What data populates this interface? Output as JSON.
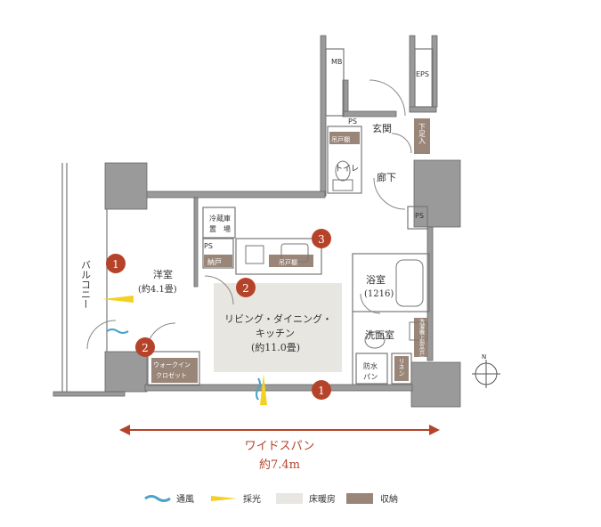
{
  "rooms": {
    "mb": "MB",
    "eps": "EPS",
    "ps_top": "PS",
    "ps_right": "PS",
    "ps_kitchen": "PS",
    "genkan": "玄関",
    "toilet": "トイレ",
    "toilet_shelf": "吊戸棚",
    "shoes": "下足入",
    "hallway": "廊下",
    "balcony": "バルコニー",
    "western_room": "洋室",
    "western_room_size": "(約4.1畳)",
    "fridge_1": "冷蔵庫",
    "fridge_2": "置　場",
    "storage": "納戸",
    "kitchen_shelf": "吊戸棚",
    "ldk_1": "リビング・ダイニング・",
    "ldk_2": "キッチン",
    "ldk_3": "(約11.0畳)",
    "bath": "浴室",
    "bath_size": "(1216)",
    "washroom": "洗面室",
    "washer_pan_1": "防水",
    "washer_pan_2": "パン",
    "linen": "リネン",
    "washer_shelf": "洗濯機上部吊戸棚",
    "walkin_1": "ウォークイン",
    "walkin_2": "クロゼット"
  },
  "markers": [
    "1",
    "2",
    "3",
    "2",
    "1"
  ],
  "span": {
    "label": "ワイドスパン",
    "value": "約7.4m"
  },
  "compass": "N",
  "legend": [
    {
      "label": "通風",
      "color": "#4aa3c9"
    },
    {
      "label": "採光",
      "color": "#f3d021"
    },
    {
      "label": "床暖房",
      "color": "#e8e6e1"
    },
    {
      "label": "収納",
      "color": "#9a8679"
    }
  ],
  "colors": {
    "accent": "#b5432a",
    "wall": "#8a8a8a",
    "storage": "#9a8679",
    "floor_heat": "#e8e6e1"
  }
}
